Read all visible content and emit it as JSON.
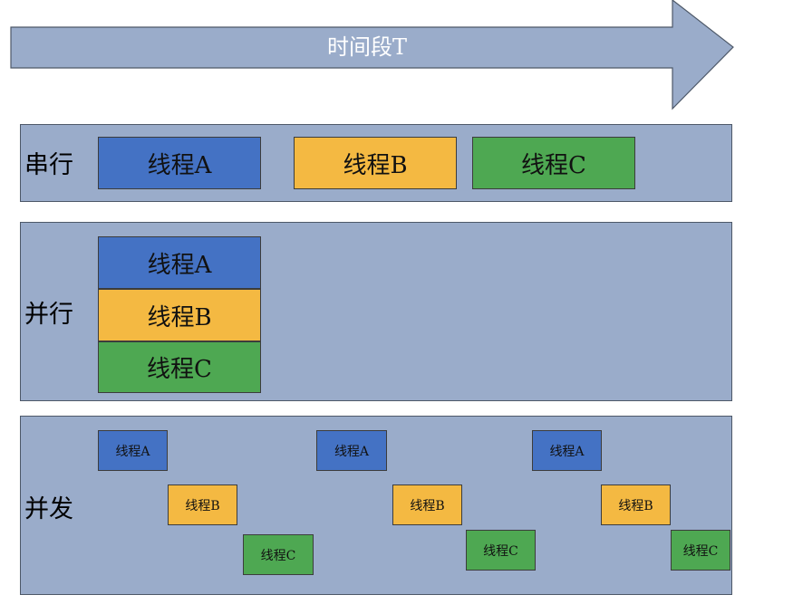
{
  "timeline": {
    "label": "时间段T"
  },
  "colors": {
    "panel": "#9aacca",
    "a": "#4472c4",
    "b": "#f4b942",
    "c": "#4ea852",
    "arrow": "#9aacca"
  },
  "rows": {
    "serial": {
      "label": "串行",
      "blocks": [
        "线程A",
        "线程B",
        "线程C"
      ]
    },
    "parallel": {
      "label": "并行",
      "blocks": [
        "线程A",
        "线程B",
        "线程C"
      ]
    },
    "concurrent": {
      "label": "并发",
      "blocks": [
        "线程A",
        "线程B",
        "线程C",
        "线程A",
        "线程B",
        "线程C",
        "线程A",
        "线程B",
        "线程C"
      ]
    }
  }
}
